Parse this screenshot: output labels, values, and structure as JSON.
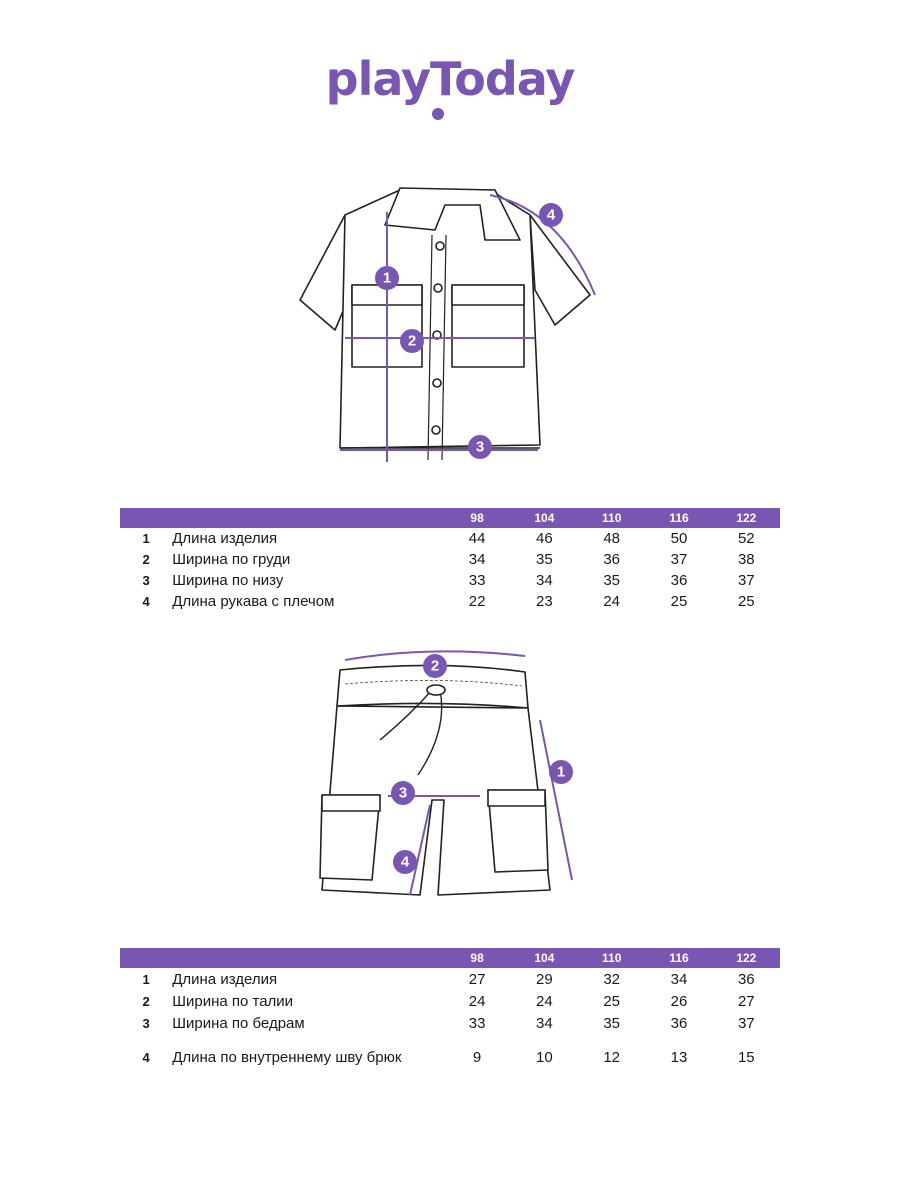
{
  "brand": {
    "name": "playToday",
    "color": "#7a56b3"
  },
  "shirt_table": {
    "sizes": [
      "98",
      "104",
      "110",
      "116",
      "122"
    ],
    "rows": [
      {
        "num": "1",
        "label": "Длина изделия",
        "values": [
          "44",
          "46",
          "48",
          "50",
          "52"
        ]
      },
      {
        "num": "2",
        "label": "Ширина по груди",
        "values": [
          "34",
          "35",
          "36",
          "37",
          "38"
        ]
      },
      {
        "num": "3",
        "label": "Ширина по низу",
        "values": [
          "33",
          "34",
          "35",
          "36",
          "37"
        ]
      },
      {
        "num": "4",
        "label": "Длина рукава с плечом",
        "values": [
          "22",
          "23",
          "24",
          "25",
          "25"
        ]
      }
    ]
  },
  "shorts_table": {
    "sizes": [
      "98",
      "104",
      "110",
      "116",
      "122"
    ],
    "rows": [
      {
        "num": "1",
        "label": "Длина изделия",
        "values": [
          "27",
          "29",
          "32",
          "34",
          "36"
        ]
      },
      {
        "num": "2",
        "label": "Ширина по талии",
        "values": [
          "24",
          "24",
          "25",
          "26",
          "27"
        ]
      },
      {
        "num": "3",
        "label": "Ширина по бедрам",
        "values": [
          "33",
          "34",
          "35",
          "36",
          "37"
        ]
      },
      {
        "num": "4",
        "label": "Длина по внутреннему шву брюк",
        "values": [
          "9",
          "10",
          "12",
          "13",
          "15"
        ]
      }
    ]
  },
  "shirt_markers": [
    "1",
    "2",
    "3",
    "4"
  ],
  "shorts_markers": [
    "1",
    "2",
    "3",
    "4"
  ]
}
